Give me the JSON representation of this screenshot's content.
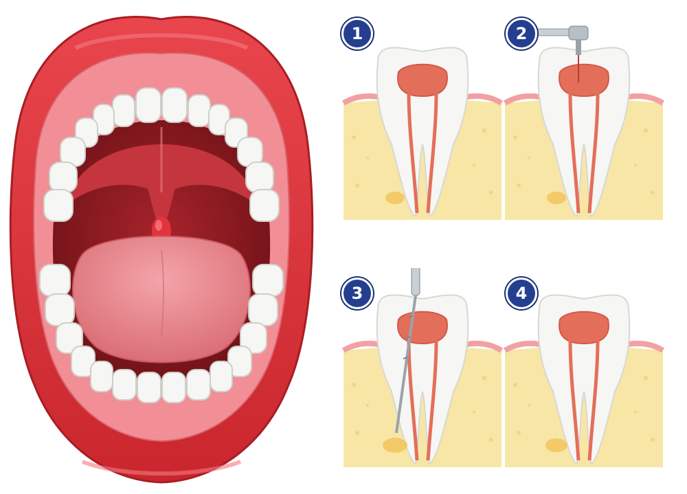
{
  "colors": {
    "lip": "#d9333a",
    "lip_dark": "#b3222a",
    "gum": "#f28f96",
    "throat": "#8c1a20",
    "tongue": "#e9858b",
    "tooth": "#f5f5f3",
    "bone": "#f7e6a6",
    "pulp": "#e36f5a",
    "badge": "#243f8f"
  },
  "steps": [
    {
      "number": "1",
      "tool": "none"
    },
    {
      "number": "2",
      "tool": "drill-icon"
    },
    {
      "number": "3",
      "tool": "file-icon"
    },
    {
      "number": "4",
      "tool": "none"
    }
  ]
}
